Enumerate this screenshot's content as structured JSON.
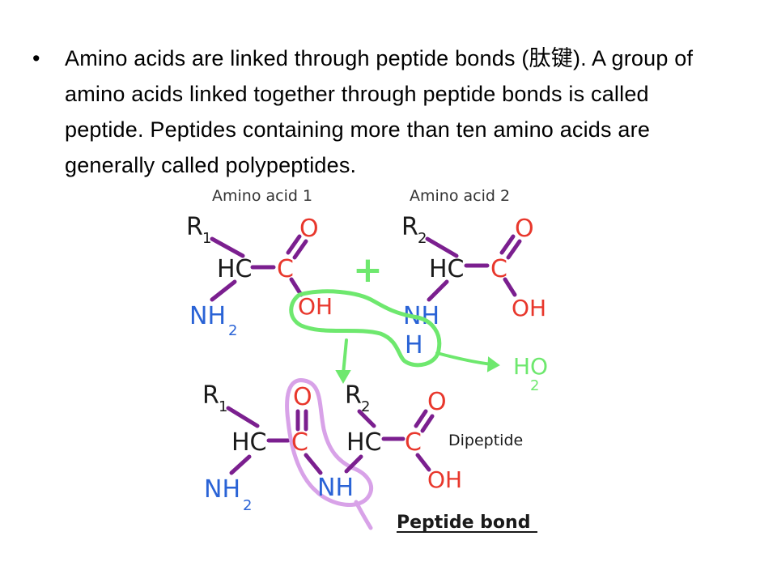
{
  "slide": {
    "bullet_text": "Amino acids are linked through peptide bonds (肽键). A group of amino acids linked together through peptide bonds is called peptide. Peptides containing more than ten amino acids are generally called polypeptides."
  },
  "diagram": {
    "labels": {
      "amino_acid_1": "Amino acid 1",
      "amino_acid_2": "Amino acid 2",
      "plus": "+",
      "dipeptide": "Dipeptide",
      "peptide_bond": "Peptide bond"
    },
    "atoms": {
      "r1": "R",
      "r1_sub": "1",
      "r2": "R",
      "r2_sub": "2",
      "hc": "HC",
      "c": "C",
      "o": "O",
      "oh": "OH",
      "nh2": "NH",
      "nh2_sub": "2",
      "nh": "NH",
      "h": "H",
      "water": "HO",
      "water_sub": "2"
    },
    "colors": {
      "bond": "#7b1f8f",
      "carbon_oxygen": "#e8372c",
      "nitrogen": "#2a63d6",
      "carbon_black": "#1a1a1a",
      "water_loop": "#6ee86e",
      "peptide_loop": "#d8a2e8"
    }
  }
}
